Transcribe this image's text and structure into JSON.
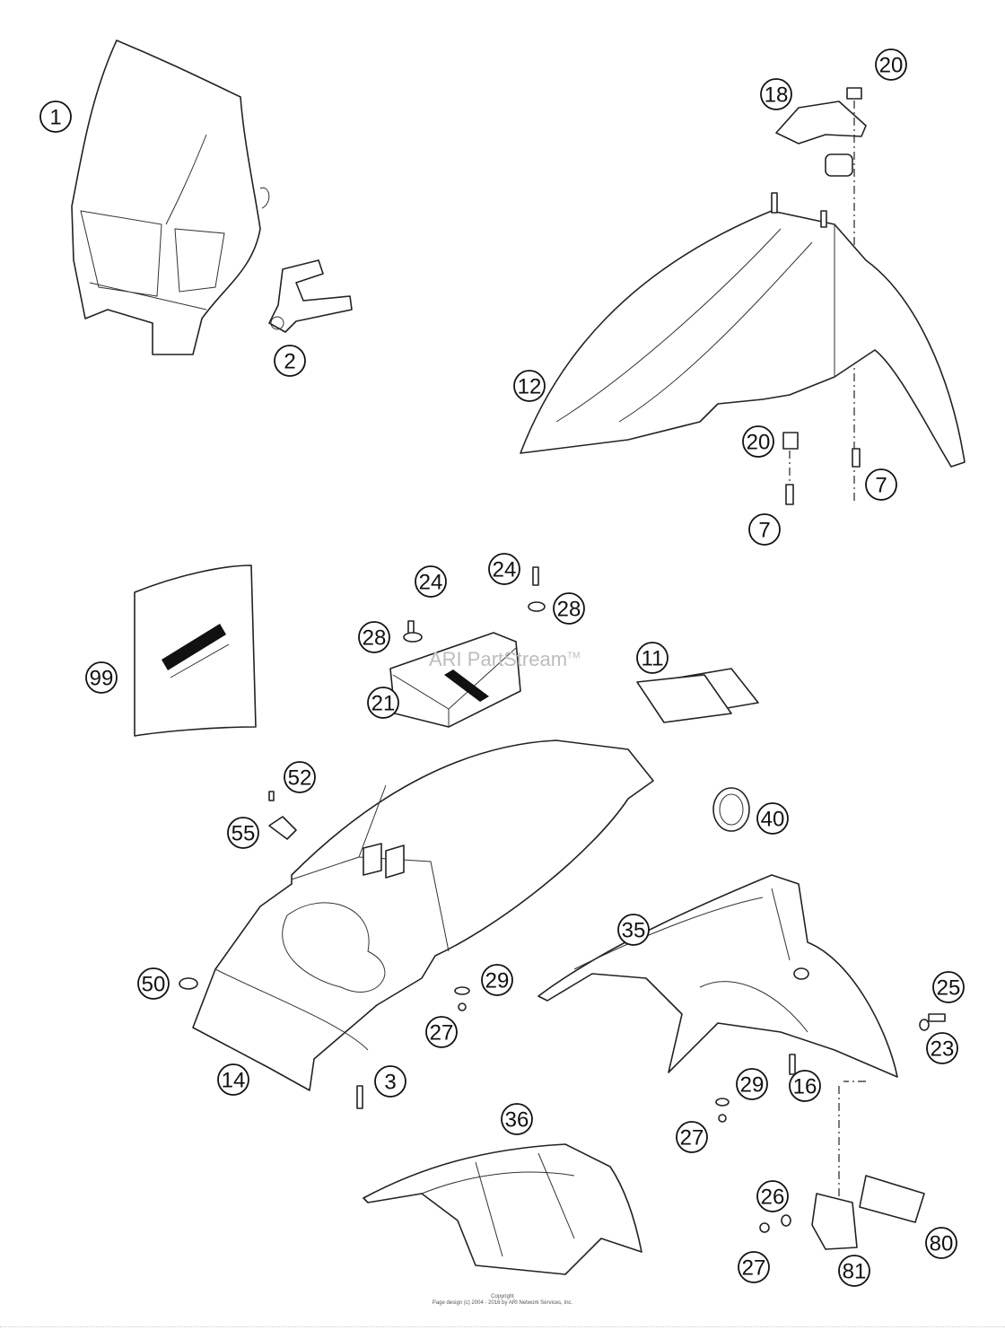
{
  "diagram": {
    "watermark": "ARI PartStream",
    "watermark_tm": "TM",
    "callouts": [
      "1",
      "2",
      "18",
      "20",
      "12",
      "20",
      "7",
      "7",
      "24",
      "24",
      "28",
      "28",
      "11",
      "99",
      "21",
      "52",
      "55",
      "40",
      "35",
      "50",
      "29",
      "27",
      "25",
      "23",
      "14",
      "3",
      "16",
      "29",
      "36",
      "27",
      "26",
      "27",
      "81",
      "80"
    ]
  },
  "footer": {
    "line1": "Copyright",
    "line2": "Page design (c) 2004 - 2016 by ARI Network Services, Inc."
  }
}
